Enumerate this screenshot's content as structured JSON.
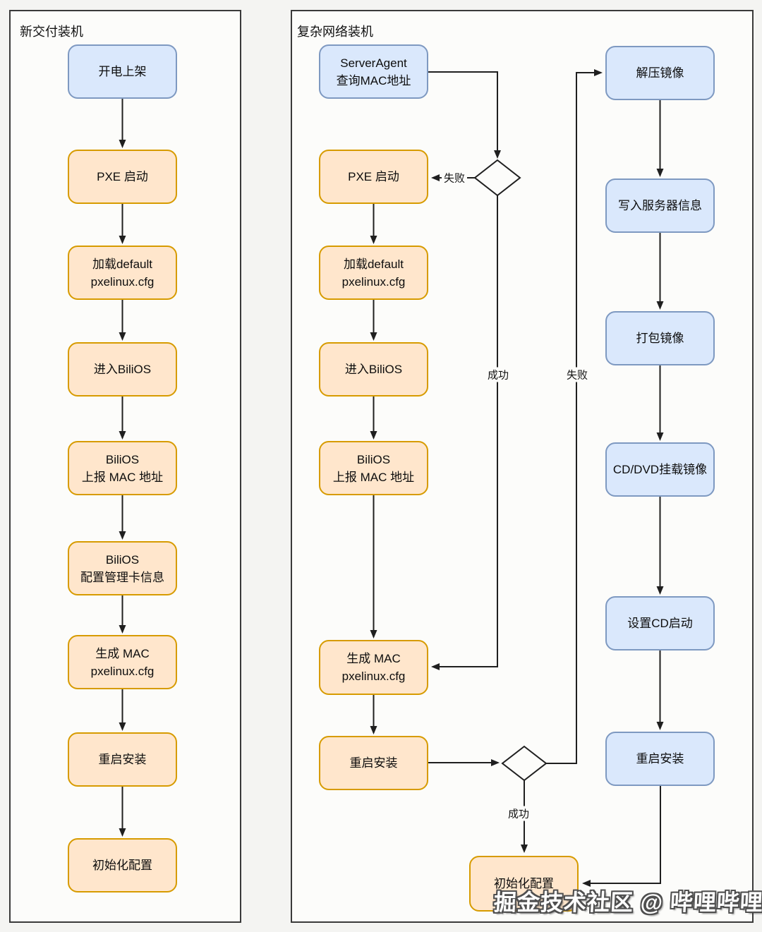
{
  "watermark": "掘金技术社区 @ 哔哩哔哩技术",
  "labels": {
    "fail": "失败",
    "success": "成功"
  },
  "colors": {
    "blue_fill": "#dae8fc",
    "blue_stroke": "#7e99c1",
    "orange_fill": "#ffe6cc",
    "orange_stroke": "#d79b00",
    "line": "#1f1f1f",
    "panel_border": "#3a3a3a",
    "background": "#f4f4f2"
  },
  "panel_left": {
    "title": "新交付装机",
    "nodes": [
      {
        "lines": [
          "开电上架"
        ],
        "type": "blue"
      },
      {
        "lines": [
          "PXE 启动"
        ],
        "type": "orange"
      },
      {
        "lines": [
          "加载default",
          "pxelinux.cfg"
        ],
        "type": "orange"
      },
      {
        "lines": [
          "进入BiliOS"
        ],
        "type": "orange"
      },
      {
        "lines": [
          "BiliOS",
          "上报 MAC 地址"
        ],
        "type": "orange"
      },
      {
        "lines": [
          "BiliOS",
          "配置管理卡信息"
        ],
        "type": "orange"
      },
      {
        "lines": [
          "生成 MAC",
          "pxelinux.cfg"
        ],
        "type": "orange"
      },
      {
        "lines": [
          "重启安装"
        ],
        "type": "orange"
      },
      {
        "lines": [
          "初始化配置"
        ],
        "type": "orange"
      }
    ]
  },
  "panel_right": {
    "title": "复杂网络装机",
    "main_nodes": [
      {
        "lines": [
          "ServerAgent",
          "查询MAC地址"
        ],
        "type": "blue"
      },
      {
        "lines": [
          "PXE 启动"
        ],
        "type": "orange"
      },
      {
        "lines": [
          "加载default",
          "pxelinux.cfg"
        ],
        "type": "orange"
      },
      {
        "lines": [
          "进入BiliOS"
        ],
        "type": "orange"
      },
      {
        "lines": [
          "BiliOS",
          "上报 MAC 地址"
        ],
        "type": "orange"
      },
      {
        "lines": [
          "生成 MAC",
          "pxelinux.cfg"
        ],
        "type": "orange"
      },
      {
        "lines": [
          "重启安装"
        ],
        "type": "orange"
      },
      {
        "lines": [
          "初始化配置"
        ],
        "type": "orange"
      }
    ],
    "recovery_nodes": [
      {
        "lines": [
          "解压镜像"
        ],
        "type": "blue"
      },
      {
        "lines": [
          "写入服务器信息"
        ],
        "type": "blue"
      },
      {
        "lines": [
          "打包镜像"
        ],
        "type": "blue"
      },
      {
        "lines": [
          "CD/DVD挂载镜像"
        ],
        "type": "blue"
      },
      {
        "lines": [
          "设置CD启动"
        ],
        "type": "blue"
      },
      {
        "lines": [
          "重启安装"
        ],
        "type": "blue"
      }
    ]
  }
}
